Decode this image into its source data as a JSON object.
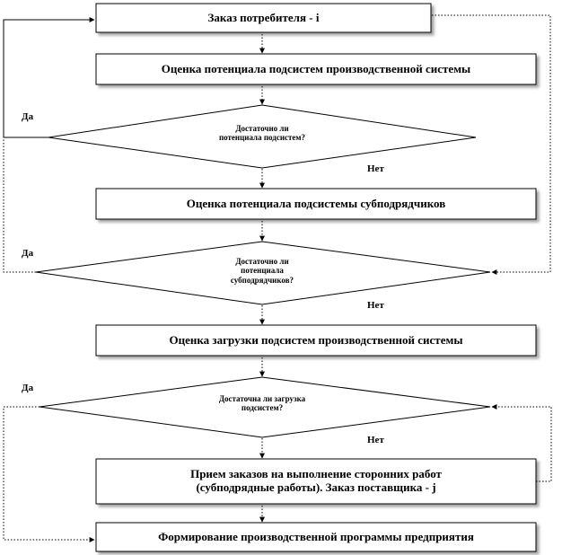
{
  "nodes": {
    "order": "Заказ потребителя - i",
    "assess_production": "Оценка потенциала подсистем производственной системы",
    "decision_1": [
      "Достаточно ли",
      "потенциала подсистем?"
    ],
    "assess_subcontract": "Оценка потенциала подсистемы субподрядчиков",
    "decision_2": [
      "Достаточно ли",
      "потенциала",
      "субподрядчиков?"
    ],
    "assess_load": "Оценка загрузки  подсистем производственной системы",
    "decision_3": [
      "Достаточна ли загрузка",
      "подсистем?"
    ],
    "accept_orders": [
      "Прием заказов  на выполнение сторонних работ",
      "(субподрядные работы). Заказ поставщика - j"
    ],
    "program": "Формирование производственной программы предприятия"
  },
  "edge_labels": {
    "yes_1": "Да",
    "no_1": "Нет",
    "yes_2": "Да",
    "no_2": "Нет",
    "yes_3": "Да",
    "no_3": "Нет"
  }
}
